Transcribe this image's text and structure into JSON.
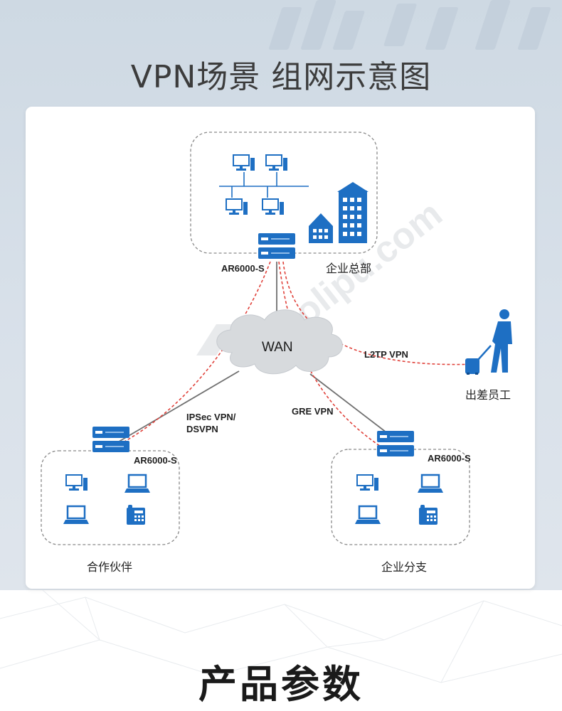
{
  "page": {
    "title": "VPN场景 组网示意图"
  },
  "diagram": {
    "wan_label": "WAN",
    "sites": {
      "headquarters": {
        "label": "企业总部",
        "device": "AR6000-S"
      },
      "partner": {
        "label": "合作伙伴",
        "device": "AR6000-S"
      },
      "branch": {
        "label": "企业分支",
        "device": "AR6000-S"
      },
      "traveler": {
        "label": "出差员工"
      }
    },
    "vpn_links": {
      "l2tp": "L2TP VPN",
      "ipsec_line1": "IPSec VPN/",
      "ipsec_line2": "DSVPN",
      "gre": "GRE VPN"
    },
    "watermark": "colipu.com",
    "colors": {
      "device_blue": "#1e6fc3",
      "tunnel_red": "#e0413a",
      "link_gray": "#666666"
    }
  },
  "section": {
    "title": "产品参数"
  }
}
